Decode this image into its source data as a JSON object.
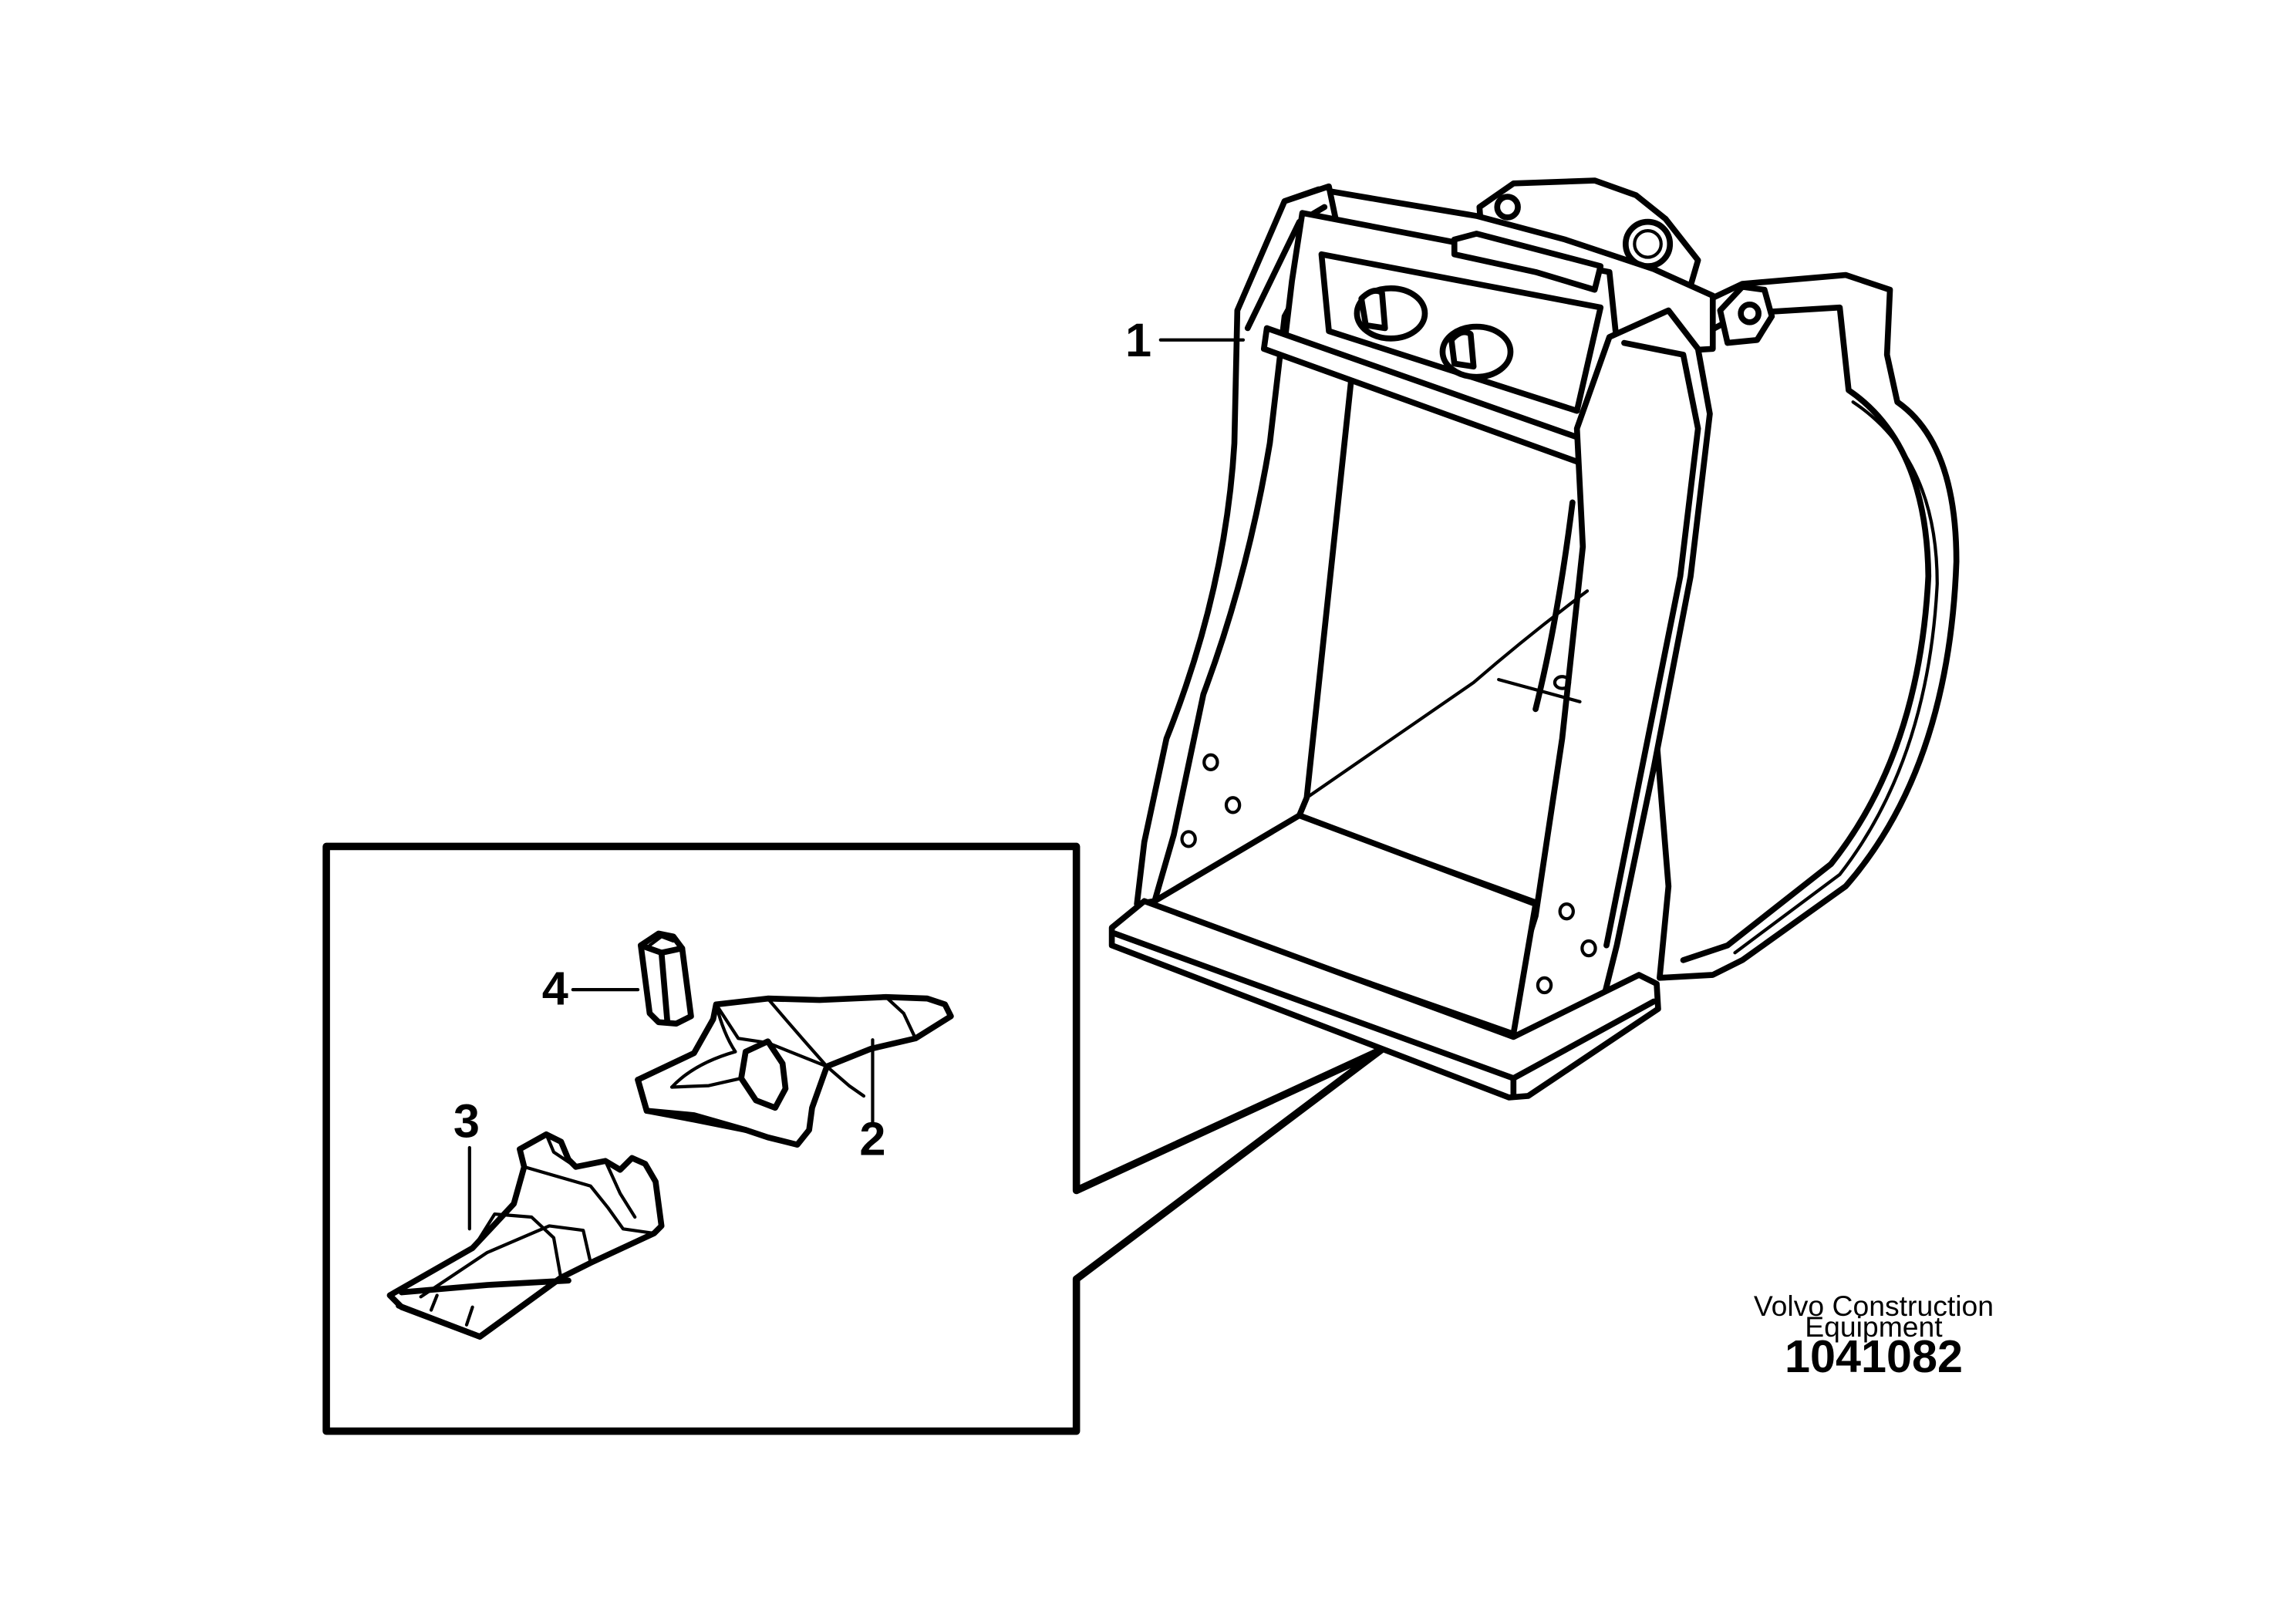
{
  "callouts": [
    {
      "id": "1",
      "label": "1"
    },
    {
      "id": "2",
      "label": "2"
    },
    {
      "id": "3",
      "label": "3"
    },
    {
      "id": "4",
      "label": "4"
    }
  ],
  "footer": {
    "maker_line1": "Volvo Construction",
    "maker_line2": "Equipment",
    "drawing_number": "1041082"
  },
  "colors": {
    "line": "#000000",
    "background": "#ffffff"
  }
}
